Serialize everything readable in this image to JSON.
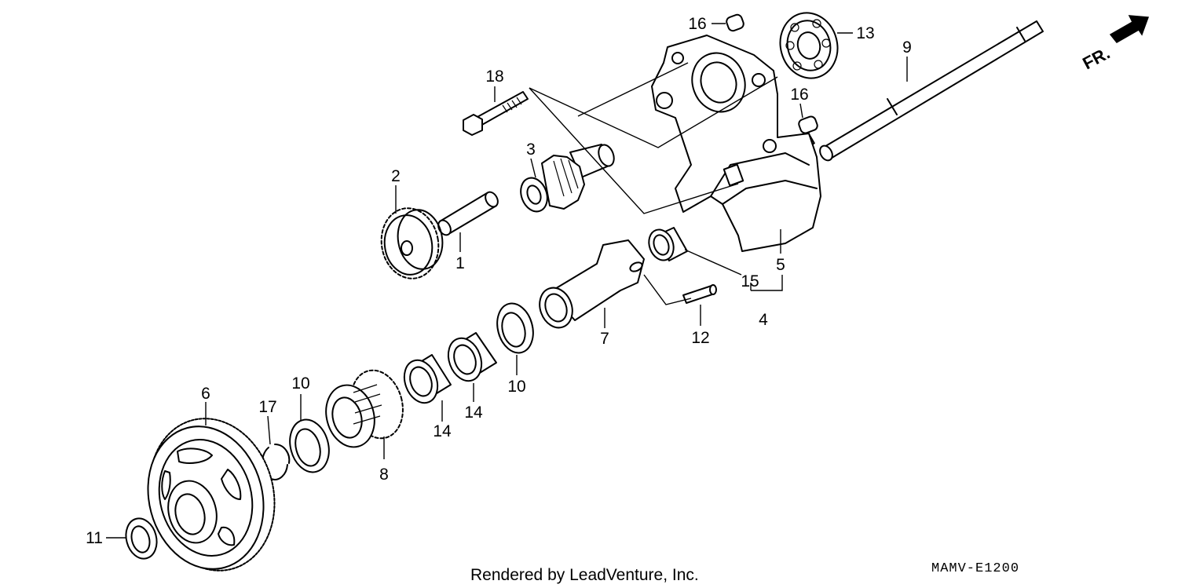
{
  "callouts": {
    "c1": "1",
    "c2": "2",
    "c3": "3",
    "c4": "4",
    "c5": "5",
    "c6": "6",
    "c7": "7",
    "c8": "8",
    "c9": "9",
    "c10a": "10",
    "c10b": "10",
    "c11": "11",
    "c12": "12",
    "c13": "13",
    "c14a": "14",
    "c14b": "14",
    "c15": "15",
    "c16a": "16",
    "c16b": "16",
    "c17": "17",
    "c18": "18"
  },
  "direction_label": "FR.",
  "footer": {
    "credit": "Rendered by LeadVenture, Inc.",
    "diagram_code": "MAMV-E1200"
  }
}
